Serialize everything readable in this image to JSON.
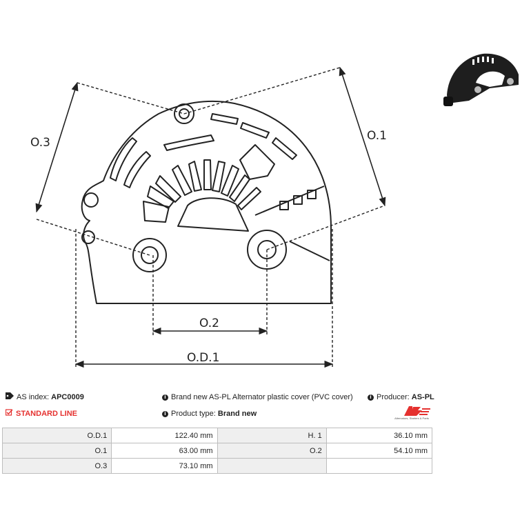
{
  "drawing": {
    "labels": {
      "o3": "O.3",
      "o1": "O.1",
      "o2": "O.2",
      "od1": "O.D.1"
    }
  },
  "info": {
    "as_index_label": "AS index:",
    "as_index_value": "APC0009",
    "standard_line": "STANDARD LINE",
    "description": "Brand new AS-PL Alternator plastic cover (PVC cover)",
    "product_type_label": "Product type:",
    "product_type_value": "Brand new",
    "producer_label": "Producer:",
    "producer_value": "AS-PL",
    "logo_text": "AS",
    "logo_subtitle": "Alternators, Starters & Parts"
  },
  "specs": {
    "rows": [
      {
        "k1": "O.D.1",
        "v1": "122.40 mm",
        "k2": "H. 1",
        "v2": "36.10 mm"
      },
      {
        "k1": "O.1",
        "v1": "63.00 mm",
        "k2": "O.2",
        "v2": "54.10 mm"
      },
      {
        "k1": "O.3",
        "v1": "73.10 mm",
        "k2": "",
        "v2": ""
      }
    ]
  },
  "colors": {
    "accent": "#e5312f",
    "line": "#222222",
    "table_border": "#bdbdbd",
    "table_key_bg": "#efefef"
  }
}
